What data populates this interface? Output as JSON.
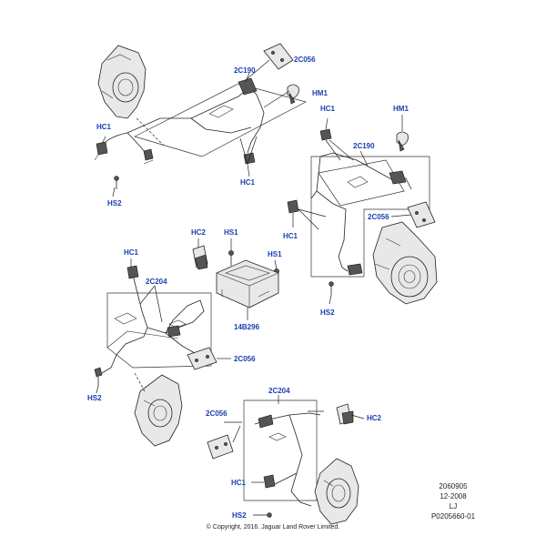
{
  "callouts": {
    "c_2c056_top": "2C056",
    "c_2c190_top": "2C190",
    "c_hm1_top": "HM1",
    "c_hc1_left": "HC1",
    "c_hs2_left": "HS2",
    "c_hc1_mid": "HC1",
    "c_hc1_right_top": "HC1",
    "c_hm1_right": "HM1",
    "c_2c190_right": "2C190",
    "c_2c056_right": "2C056",
    "c_hc1_right": "HC1",
    "c_hs2_right": "HS2",
    "c_hc2_mid": "HC2",
    "c_hs1_mid": "HS1",
    "c_hs1_mid2": "HS1",
    "c_hc1_lower": "HC1",
    "c_2c204_left": "2C204",
    "c_14b296": "14B296",
    "c_2c056_lower": "2C056",
    "c_hs2_lower": "HS2",
    "c_2c204_bottom": "2C204",
    "c_2c056_bottom": "2C056",
    "c_hc2_bottom": "HC2",
    "c_hc1_bottom": "HC1",
    "c_hs2_bottom": "HS2"
  },
  "meta": {
    "code": "2060905",
    "date": "12-2008",
    "initials": "LJ",
    "ref": "P0205660-01"
  },
  "copyright": "© Copyright, 2016. Jaguar Land Rover Limited."
}
